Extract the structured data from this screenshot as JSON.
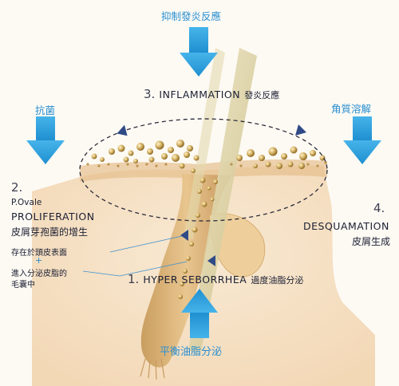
{
  "top_arrow_label": "抑制發炎反應",
  "left_arrow_label": "抗菌",
  "right_arrow_label": "角質溶解",
  "bottom_arrow_label": "平衡油脂分泌",
  "step3": {
    "number": "3.",
    "title": "INFLAMMATION",
    "cn": "發炎反應"
  },
  "step2": {
    "number": "2.",
    "line1": "P.Ovale",
    "line2": "PROLIFERATION",
    "cn": "皮屑芽孢菌的增生",
    "note1": "存在於頭皮表面",
    "plus": "+",
    "note2a": "進入分泌皮脂的",
    "note2b": "毛囊中"
  },
  "step4": {
    "number": "4.",
    "title": "DESQUAMATION",
    "cn": "皮屑生成"
  },
  "step1": {
    "number": "1.",
    "title": "HYPER SEBORRHEA",
    "cn": "過度油脂分泌"
  },
  "colors": {
    "arrow_blue": "#2a9ad8",
    "label_blue": "#2a8fd0",
    "skin": "#f2d9b8",
    "sebum": "#c7a55e",
    "marker_navy": "#2f4a86"
  }
}
